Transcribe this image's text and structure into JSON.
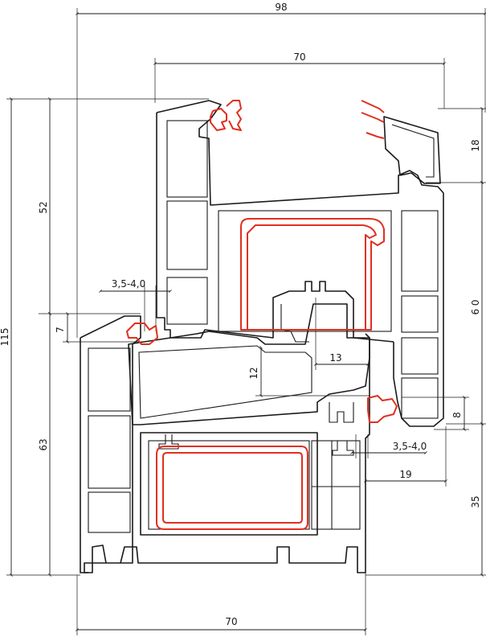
{
  "colors": {
    "line": "#1a1a1a",
    "seal": "#e03020",
    "background": "#ffffff"
  },
  "dimensions": {
    "total_width": "98",
    "sash_width": "70",
    "frame_width": "70",
    "total_height": "115",
    "upper_height": "52",
    "lower_height": "63",
    "right_top": "18",
    "right_mid": "6 0",
    "right_bottom": "35",
    "gap_left": "7",
    "rebate_height": "12",
    "rebate_width": "13",
    "seal_height": "8",
    "seal_offset": "19",
    "gasket_top": "3,5-4,0",
    "gasket_bottom": "3,5-4,0"
  }
}
